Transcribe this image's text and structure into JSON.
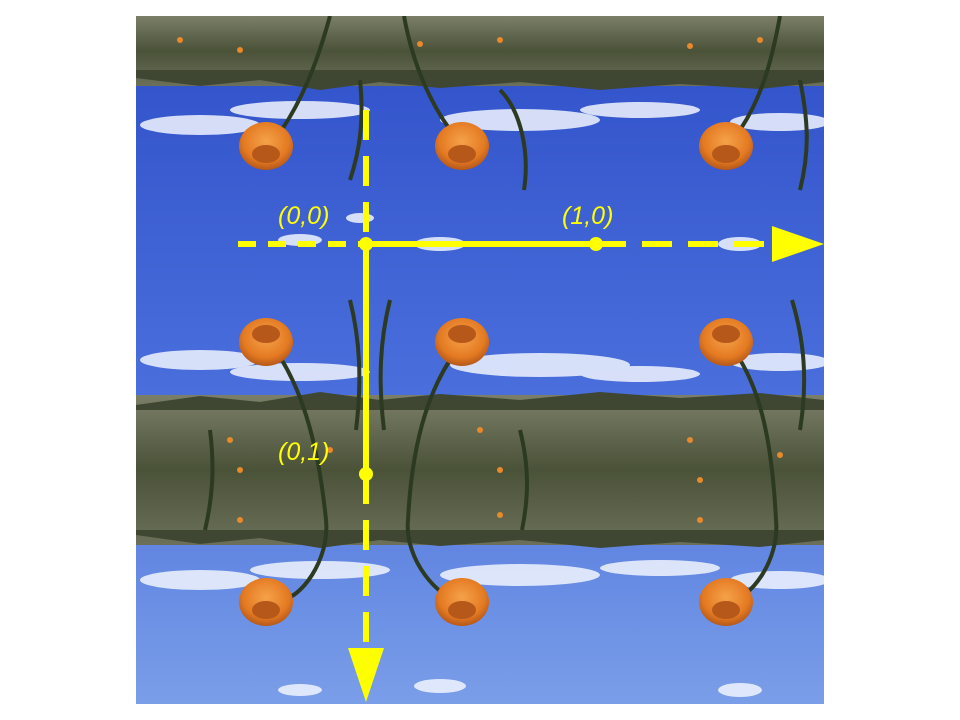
{
  "colors": {
    "axis": "#ffff00",
    "sky_top": "#2f4fc8",
    "sky_bottom": "#6f95e6",
    "cloud": "#f4f7ff",
    "ground_dark": "#5c6148",
    "ground_light": "#9a9a80",
    "petal": "#e8892b",
    "petal_dark": "#b5581a",
    "stem": "#2c3a22"
  },
  "labels": {
    "origin": "(0,0)",
    "unit_x": "(1,0)",
    "unit_y": "(0,1)"
  },
  "axes": {
    "horizontal": "u-axis-arrow",
    "vertical": "v-axis-arrow"
  }
}
